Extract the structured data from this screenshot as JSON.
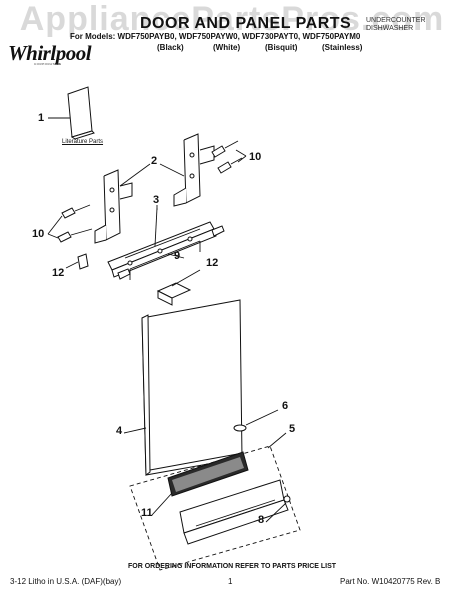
{
  "watermark": "AppliancePartsPros.com",
  "header": {
    "title": "DOOR AND PANEL PARTS",
    "models": "For Models: WDF750PAYB0, WDF750PAYW0, WDF730PAYT0, WDF750PAYM0",
    "colors": [
      "(Black)",
      "(White)",
      "(Bisquit)",
      "(Stainless)"
    ],
    "category_line1": "UNDERCOUNTER",
    "category_line2": "DISHWASHER"
  },
  "brand": {
    "logo": "Whirlpool",
    "sub": "CORPORATION"
  },
  "literature_label": "Literature Parts",
  "callouts": [
    "1",
    "2",
    "3",
    "9",
    "10",
    "10",
    "12",
    "12",
    "4",
    "6",
    "5",
    "11",
    "8"
  ],
  "footer": {
    "ordering": "FOR ORDERING INFORMATION REFER TO PARTS PRICE LIST",
    "left": "3-12 Litho in U.S.A. (DAF)(bay)",
    "page": "1",
    "part_no": "Part No. W10420775 Rev. B"
  }
}
